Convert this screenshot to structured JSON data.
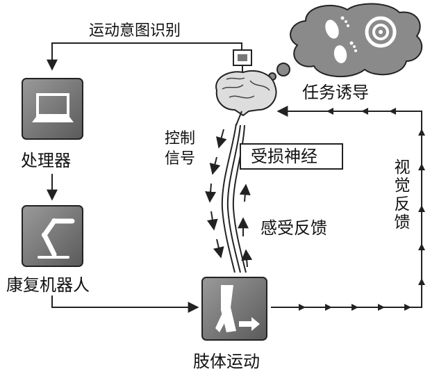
{
  "labels": {
    "motor_intent": "运动意图识别",
    "processor": "处理器",
    "rehab_robot": "康复机器人",
    "limb_motion": "肢体运动",
    "task_induction": "任务诱导",
    "control_signal_1": "控制",
    "control_signal_2": "信号",
    "damaged_nerve": "受损神经",
    "sensory_feedback": "感受反馈",
    "visual_feedback": "视觉反馈"
  },
  "icons": {
    "processor": "laptop-icon",
    "robot": "robot-arm-icon",
    "limb": "leg-icon",
    "brain": "brain-icon",
    "camera": "camera-icon",
    "thought": "thought-bubble-footprints-target-icon"
  },
  "colors": {
    "line": "#222222",
    "box_fill": "#7a7a7a",
    "icon_fill": "#ffffff"
  }
}
